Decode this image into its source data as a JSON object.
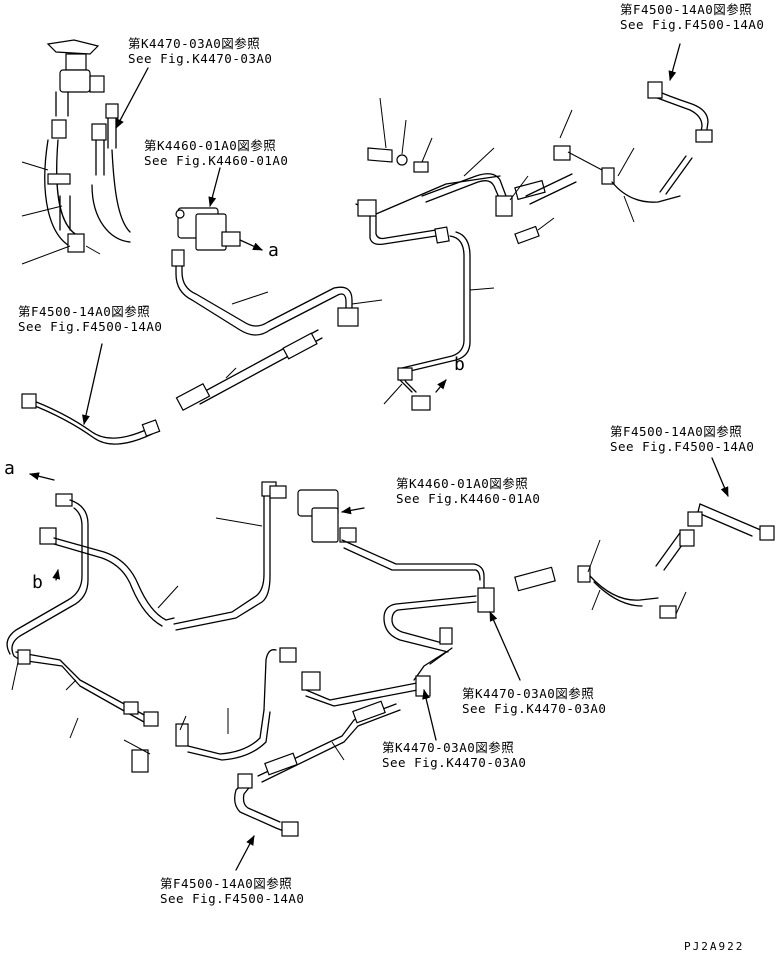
{
  "refs": [
    {
      "jp": "第K4470-03A0図参照",
      "en": "See Fig.K4470-03A0"
    },
    {
      "jp": "第F4500-14A0図参照",
      "en": "See Fig.F4500-14A0"
    },
    {
      "jp": "第K4460-01A0図参照",
      "en": "See Fig.K4460-01A0"
    },
    {
      "jp": "第F4500-14A0図参照",
      "en": "See Fig.F4500-14A0"
    },
    {
      "jp": "第F4500-14A0図参照",
      "en": "See Fig.F4500-14A0"
    },
    {
      "jp": "第K4460-01A0図参照",
      "en": "See Fig.K4460-01A0"
    },
    {
      "jp": "第K4470-03A0図参照",
      "en": "See Fig.K4470-03A0"
    },
    {
      "jp": "第K4470-03A0図参照",
      "en": "See Fig.K4470-03A0"
    },
    {
      "jp": "第F4500-14A0図参照",
      "en": "See Fig.F4500-14A0"
    }
  ],
  "callouts": {
    "a_top": "a",
    "b_top": "b",
    "a_bottom": "a",
    "b_bottom": "b"
  },
  "drawing_code": "PJ2A922"
}
